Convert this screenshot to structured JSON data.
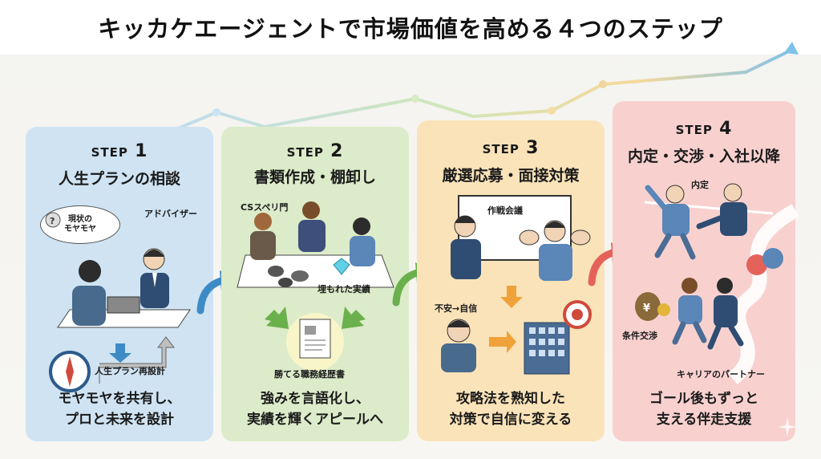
{
  "title": "キッカケエージェントで市場価値を高める４つのステップ",
  "colors": {
    "step1_bg": "#cfe3f2",
    "step2_bg": "#dcebc9",
    "step3_bg": "#fbe3b9",
    "step4_bg": "#f8d1cf",
    "arrow1": "#3d8bc6",
    "arrow2": "#6ab04c",
    "arrow3": "#e4625a"
  },
  "steps": [
    {
      "label": "STEP",
      "number": "1",
      "title": "人生プランの相談",
      "labels": {
        "bubble_line1": "現状の",
        "bubble_line2": "モヤモヤ",
        "advisor": "アドバイザー",
        "redesign": "人生プラン再設計"
      },
      "summary_line1": "モヤモヤを共有し、",
      "summary_line2": "プロと未来を設計"
    },
    {
      "label": "STEP",
      "number": "2",
      "title": "書類作成・棚卸し",
      "labels": {
        "cs": "CSスペリ門",
        "buried": "埋もれた実績",
        "resume": "勝てる職務経歴書"
      },
      "summary_line1": "強みを言語化し、",
      "summary_line2": "実績を輝くアピールへ"
    },
    {
      "label": "STEP",
      "number": "3",
      "title": "厳選応募・面接対策",
      "labels": {
        "meeting": "作戦会議",
        "anxiety": "不安→自信"
      },
      "summary_line1": "攻略法を熟知した",
      "summary_line2": "対策で自信に変える"
    },
    {
      "label": "STEP",
      "number": "4",
      "title": "内定・交渉・入社以降",
      "labels": {
        "offer": "内定",
        "negotiation": "条件交渉",
        "partner": "キャリアのパートナー"
      },
      "summary_line1": "ゴール後もずっと",
      "summary_line2": "支える伴走支援"
    }
  ]
}
